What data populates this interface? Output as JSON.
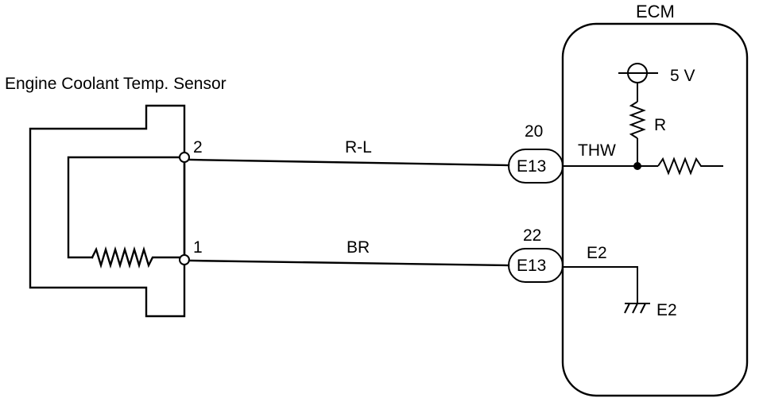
{
  "sensor": {
    "title": "Engine Coolant Temp. Sensor",
    "pin_upper": "2",
    "pin_lower": "1"
  },
  "wires": {
    "upper_color": "R-L",
    "lower_color": "BR"
  },
  "connectors": {
    "upper": {
      "pin": "20",
      "code": "E13"
    },
    "lower": {
      "pin": "22",
      "code": "E13"
    }
  },
  "ecm": {
    "title": "ECM",
    "supply_voltage": "5 V",
    "pullup_resistor": "R",
    "signal_terminal": "THW",
    "ground_terminal": "E2",
    "ground_symbol_label": "E2"
  }
}
